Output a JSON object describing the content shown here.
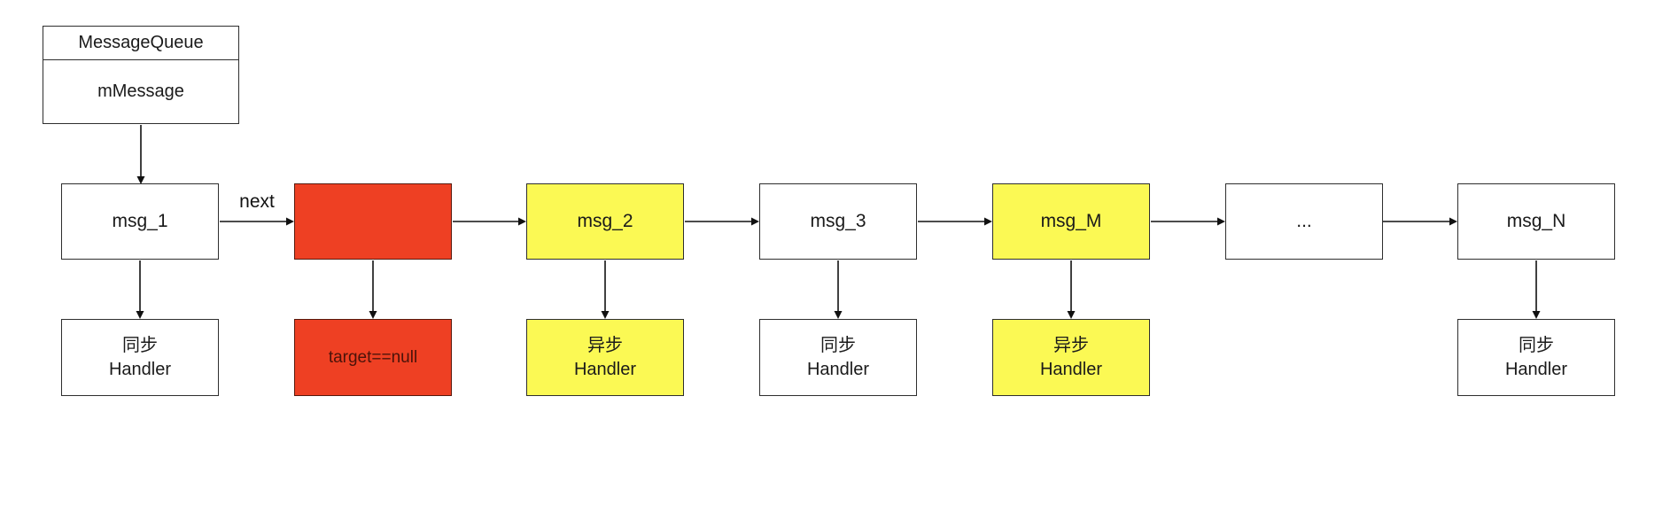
{
  "diagram": {
    "queue_box": {
      "title": "MessageQueue",
      "field": "mMessage"
    },
    "next_label": "next",
    "colors": {
      "node_white": "#FFFFFF",
      "node_yellow": "#FBF954",
      "node_red": "#EE4023",
      "border": "#2E2E2E",
      "red_box_text": "#4A130A",
      "text": "#1A1A1A"
    },
    "nodes": [
      {
        "label": "msg_1",
        "type": "white"
      },
      {
        "label": "",
        "type": "red"
      },
      {
        "label": "msg_2",
        "type": "yellow"
      },
      {
        "label": "msg_3",
        "type": "white"
      },
      {
        "label": "msg_M",
        "type": "yellow"
      },
      {
        "label": "...",
        "type": "white"
      },
      {
        "label": "msg_N",
        "type": "white"
      }
    ],
    "handlers": [
      {
        "line1": "同步",
        "line2": "Handler",
        "type": "white"
      },
      {
        "line1": "target==null",
        "line2": "",
        "type": "red"
      },
      {
        "line1": "异步",
        "line2": "Handler",
        "type": "yellow"
      },
      {
        "line1": "同步",
        "line2": "Handler",
        "type": "white"
      },
      {
        "line1": "异步",
        "line2": "Handler",
        "type": "yellow"
      },
      {
        "line1": "同步",
        "line2": "Handler",
        "type": "white"
      }
    ]
  }
}
